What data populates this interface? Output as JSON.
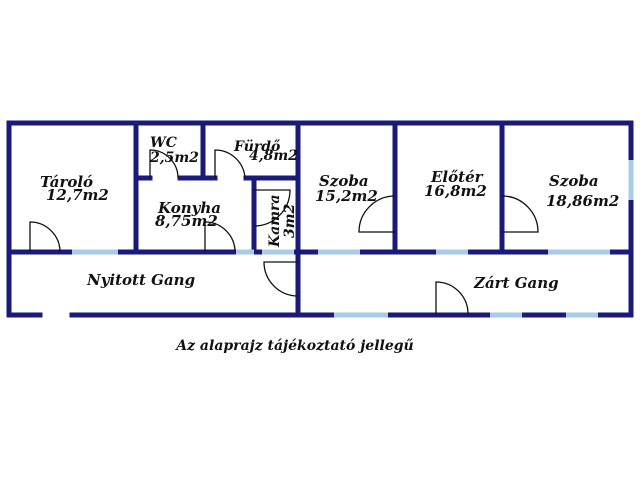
{
  "rooms": {
    "tarolo": {
      "name": "Tároló",
      "area": "12,7m2"
    },
    "wc": {
      "name": "WC",
      "area": "2,5m2"
    },
    "furdo": {
      "name": "Fürdő",
      "area": "4,8m2"
    },
    "konyha": {
      "name": "Konyha",
      "area": "8,75m2"
    },
    "kamra": {
      "name": "Kamra",
      "area": "3m2"
    },
    "szoba1": {
      "name": "Szoba",
      "area": "15,2m2"
    },
    "eloter": {
      "name": "Előtér",
      "area": "16,8m2"
    },
    "szoba2": {
      "name": "Szoba",
      "area": "18,86m2"
    }
  },
  "corridors": {
    "nyitott": "Nyitott Gang",
    "zart": "Zárt Gang"
  },
  "caption": "Az alaprajz tájékoztató jellegű",
  "colors": {
    "wall": "#1a1a7a",
    "window": "#a9cbe6",
    "text": "#111111",
    "background": "#ffffff"
  }
}
